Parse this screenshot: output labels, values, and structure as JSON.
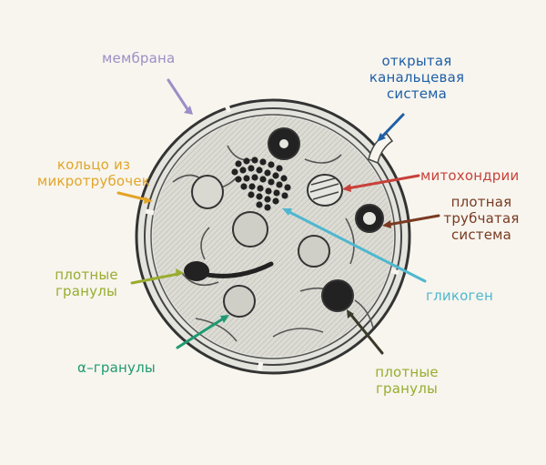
{
  "labels": {
    "membrane": "мембрана",
    "open_canal_system": "открытая\nканальцевая\nсистема",
    "microtubule_ring": "кольцо из\nмикротрубочек",
    "mitochondria": "митохондрии",
    "dense_tubular_system": "плотная\nтрубчатая\nсистема",
    "dense_granules_left": "плотные\nгранулы",
    "glycogen": "гликоген",
    "alpha_granules": "α–гранулы",
    "dense_granules_right": "плотные\nгранулы"
  },
  "colors": {
    "membrane": "#9b8fc7",
    "open_canal_system": "#1f5fa6",
    "microtubule_ring": "#e2a528",
    "mitochondria": "#c8413a",
    "dense_tubular_system": "#7a3a22",
    "dense_granules_left": "#9aac2e",
    "glycogen": "#4fb7cf",
    "alpha_granules": "#1f9a72",
    "dense_granules_right": "#9aac2e",
    "cell_outline": "#333333",
    "cytoplasm": "#d8d8d2"
  }
}
